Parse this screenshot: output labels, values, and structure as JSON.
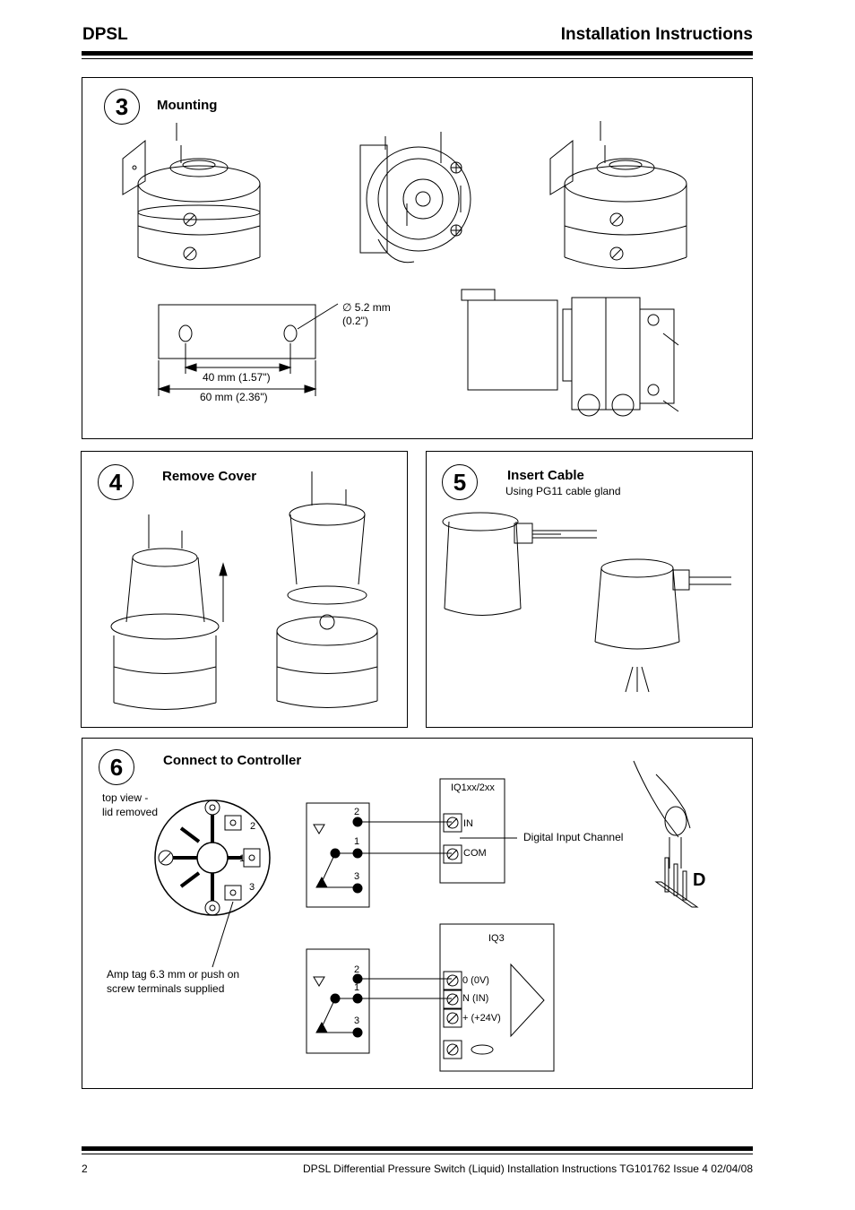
{
  "header": {
    "left": "DPSL",
    "right": "Installation Instructions"
  },
  "step3": {
    "number": "3",
    "title": "Mounting",
    "hole_dia": "∅ 5.2 mm",
    "hole_dia_in": "(0.2\")",
    "dim_inner": "40 mm (1.57\")",
    "dim_outer": "60 mm (2.36\")"
  },
  "step4": {
    "number": "4",
    "title": "Remove Cover"
  },
  "step5": {
    "number": "5",
    "title": "Insert Cable",
    "subtitle": "Using PG11 cable gland"
  },
  "step6": {
    "number": "6",
    "title": "Connect to Controller",
    "top_view_1": "top  view  -",
    "top_view_2": "lid removed",
    "amp_tag_1": "Amp tag 6.3 mm or push on",
    "amp_tag_2": "screw  terminals  supplied",
    "iq1_title": "IQ1xx/2xx",
    "iq1_in": "IN",
    "iq1_com": "COM",
    "digital_input": "Digital Input Channel",
    "iq3_title": "IQ3",
    "iq3_t0": "0 (0V)",
    "iq3_tn": "N (IN)",
    "iq3_tp": "+ (+24V)",
    "term_2": "2",
    "term_1": "1",
    "term_3": "3",
    "switch_2": "2",
    "switch_1": "1",
    "switch_3": "3",
    "switch_b2": "2",
    "switch_b1": "1",
    "switch_b3": "3",
    "d_label": "D"
  },
  "footer": {
    "page": "2",
    "text": "DPSL Differential Pressure Switch (Liquid) Installation Instructions TG101762 Issue 4 02/04/08"
  }
}
